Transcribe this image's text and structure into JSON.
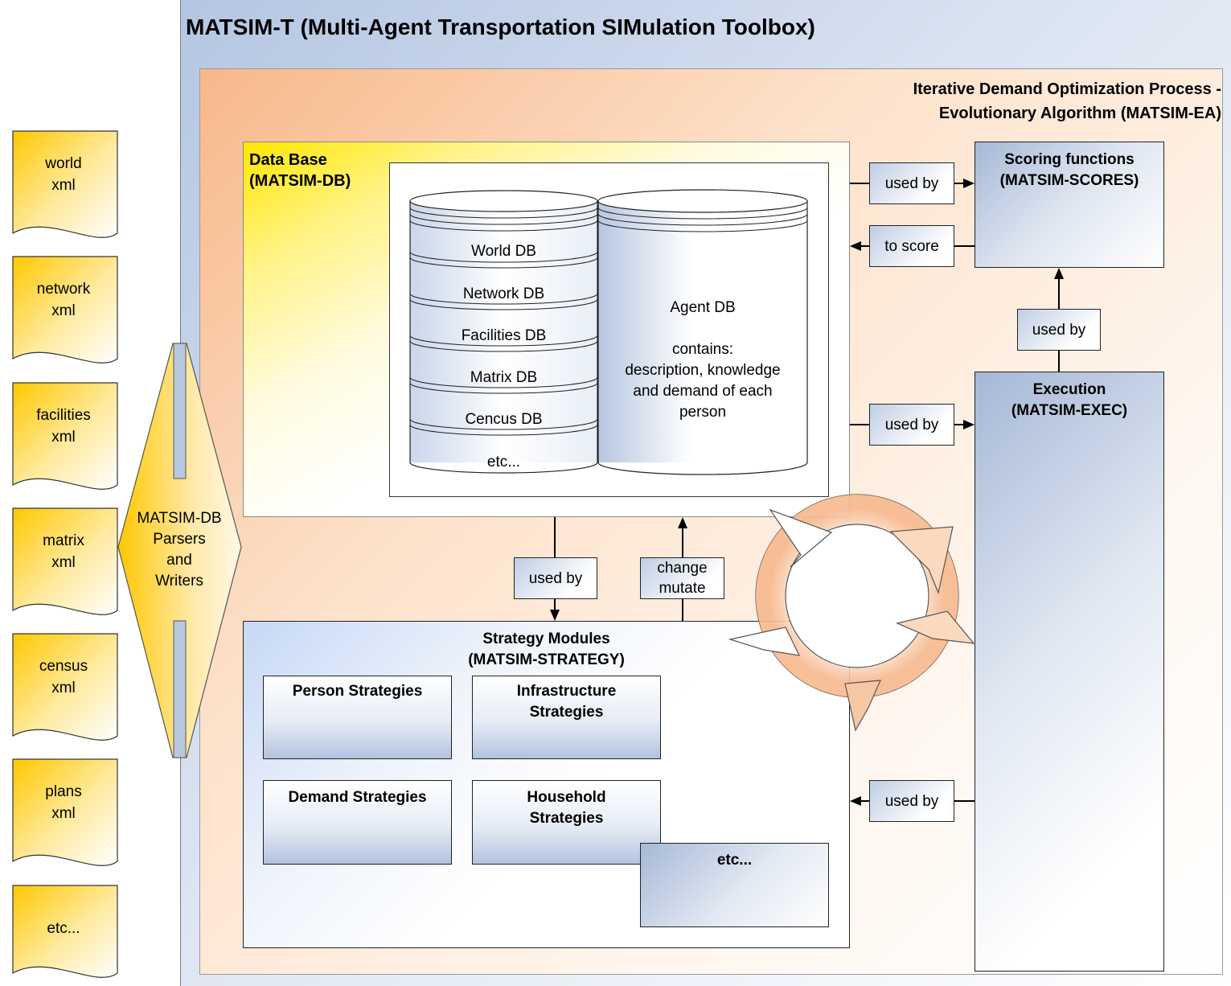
{
  "title": "MATSIM-T (Multi-Agent Transportation SIMulation Toolbox)",
  "ea_title": [
    "Iterative Demand Optimization Process -",
    "Evolutionary Algorithm (MATSIM-EA)"
  ],
  "files": [
    {
      "line1": "world",
      "line2": "xml"
    },
    {
      "line1": "network",
      "line2": "xml"
    },
    {
      "line1": "facilities",
      "line2": "xml"
    },
    {
      "line1": "matrix",
      "line2": "xml"
    },
    {
      "line1": "census",
      "line2": "xml"
    },
    {
      "line1": "plans",
      "line2": "xml"
    },
    {
      "line1": "etc...",
      "line2": ""
    }
  ],
  "parsers": [
    "MATSIM-DB",
    "Parsers",
    "and",
    "Writers"
  ],
  "database": {
    "title": [
      "Data Base",
      "(MATSIM-DB)"
    ],
    "stack": [
      "World DB",
      "Network DB",
      "Facilities DB",
      "Matrix DB",
      "Cencus DB",
      "etc..."
    ],
    "agent_db": [
      "Agent DB",
      "",
      "contains:",
      "description, knowledge",
      "and demand of each",
      "person"
    ]
  },
  "scoring": {
    "title": [
      "Scoring functions",
      "(MATSIM-SCORES)"
    ]
  },
  "execution": {
    "title": [
      "Execution",
      "(MATSIM-EXEC)"
    ]
  },
  "strategy": {
    "title": [
      "Strategy Modules",
      "(MATSIM-STRATEGY)"
    ],
    "person": [
      "Person Strategies"
    ],
    "infrastructure": [
      "Infrastructure",
      "Strategies"
    ],
    "demand": [
      "Demand Strategies"
    ],
    "household": [
      "Household",
      "Strategies"
    ],
    "etc": [
      "etc..."
    ]
  },
  "connectors": {
    "used_by": "used by",
    "to_score": "to score",
    "change_mutate": [
      "change",
      "mutate"
    ]
  },
  "colors": {
    "doc_yellow": "#ffc800",
    "blue_grad": "#a6b8d6",
    "orange_grad": "#f7b88a"
  }
}
